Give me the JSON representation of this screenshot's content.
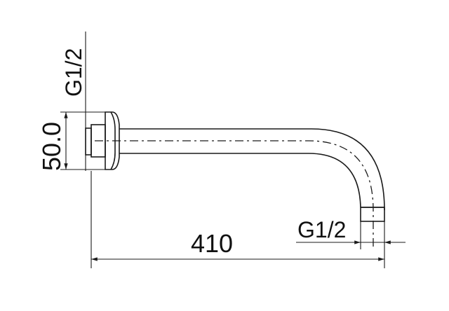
{
  "dimensions": {
    "top_thread": "G1/2",
    "flange_height": "50.0",
    "length": "410",
    "outlet_thread": "G1/2"
  }
}
